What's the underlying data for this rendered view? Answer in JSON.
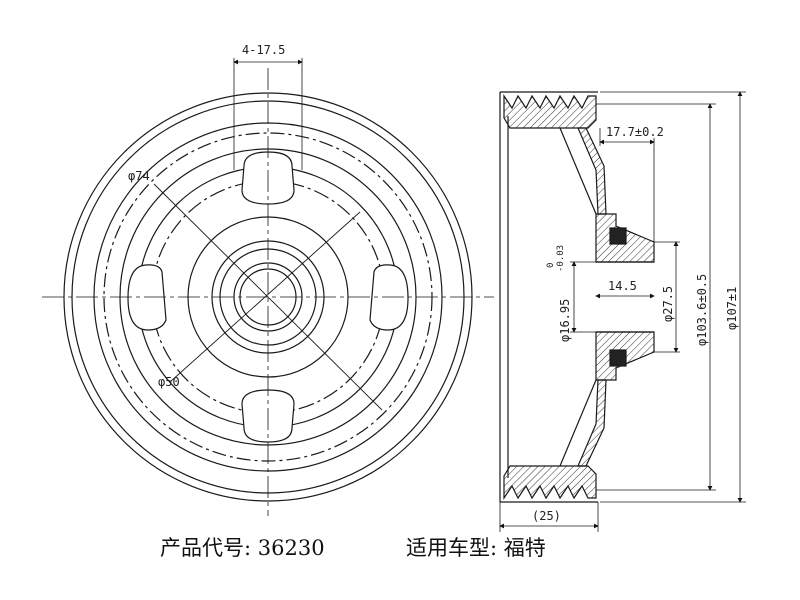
{
  "drawing": {
    "front_view": {
      "slot_dim": "4-17.5",
      "dia_74": "φ74",
      "dia_50": "φ50"
    },
    "side_view": {
      "depth": "17.7±0.2",
      "bore_len": "14.5",
      "bore": "φ16.95",
      "bore_tol_upper": "0",
      "bore_tol_lower": "-0.03",
      "hub": "φ27.5",
      "pitch": "φ103.6±0.5",
      "outer": "φ107±1",
      "width": "(25)"
    },
    "caption": {
      "product_code": "产品代号: 36230",
      "vehicle": "适用车型: 福特"
    }
  },
  "colors": {
    "line": "#1a1a1a",
    "hatch": "#333333"
  }
}
